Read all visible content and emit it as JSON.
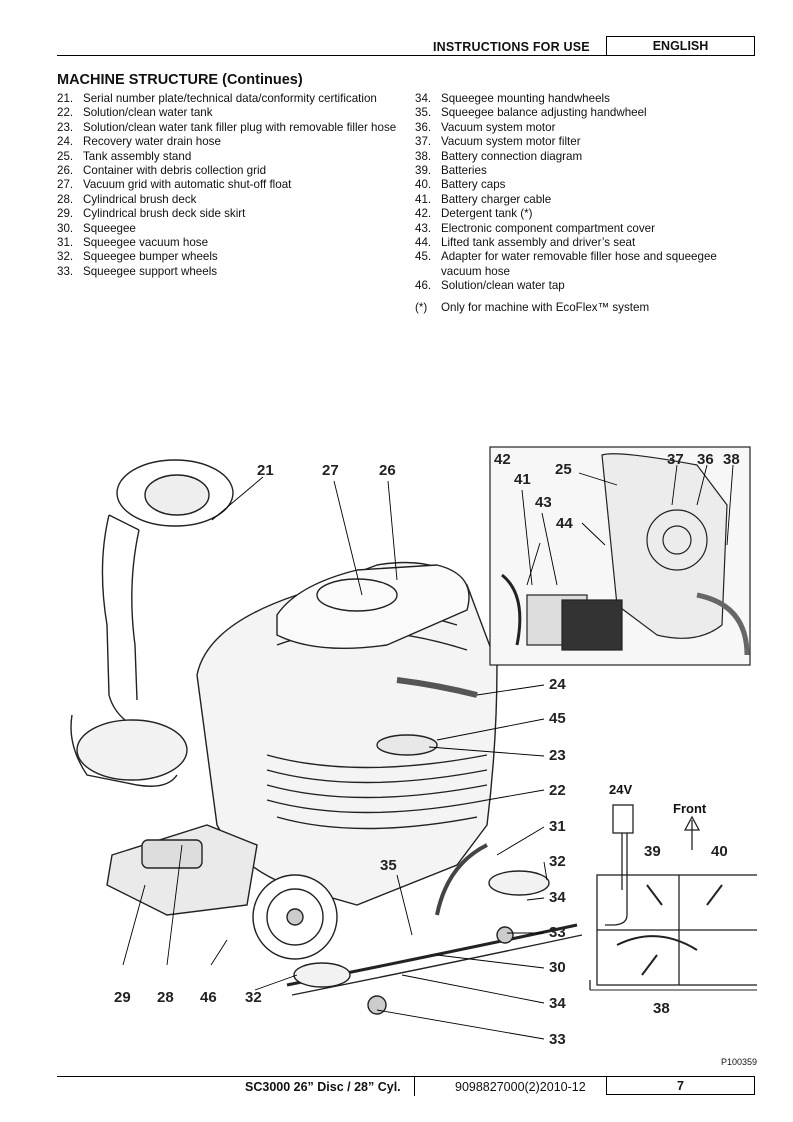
{
  "header": {
    "title": "INSTRUCTIONS FOR USE",
    "language": "ENGLISH"
  },
  "section": {
    "title": "MACHINE STRUCTURE (Continues)",
    "left_items": [
      {
        "num": "21.",
        "text": "Serial number plate/technical data/conformity certification"
      },
      {
        "num": "22.",
        "text": "Solution/clean water tank"
      },
      {
        "num": "23.",
        "text": "Solution/clean water tank filler plug with removable filler hose"
      },
      {
        "num": "24.",
        "text": "Recovery water drain hose"
      },
      {
        "num": "25.",
        "text": "Tank assembly stand"
      },
      {
        "num": "26.",
        "text": "Container with debris collection grid"
      },
      {
        "num": "27.",
        "text": "Vacuum grid with automatic shut-off float"
      },
      {
        "num": "28.",
        "text": "Cylindrical brush deck"
      },
      {
        "num": "29.",
        "text": "Cylindrical brush deck side skirt"
      },
      {
        "num": "30.",
        "text": "Squeegee"
      },
      {
        "num": "31.",
        "text": "Squeegee vacuum hose"
      },
      {
        "num": "32.",
        "text": "Squeegee bumper wheels"
      },
      {
        "num": "33.",
        "text": "Squeegee support wheels"
      }
    ],
    "right_items": [
      {
        "num": "34.",
        "text": "Squeegee mounting handwheels"
      },
      {
        "num": "35.",
        "text": "Squeegee balance adjusting handwheel"
      },
      {
        "num": "36.",
        "text": "Vacuum system motor"
      },
      {
        "num": "37.",
        "text": "Vacuum system motor filter"
      },
      {
        "num": "38.",
        "text": "Battery connection diagram"
      },
      {
        "num": "39.",
        "text": "Batteries"
      },
      {
        "num": "40.",
        "text": "Battery caps"
      },
      {
        "num": "41.",
        "text": "Battery charger cable"
      },
      {
        "num": "42.",
        "text": "Detergent tank (*)"
      },
      {
        "num": "43.",
        "text": "Electronic component compartment cover"
      },
      {
        "num": "44.",
        "text": "Lifted tank assembly and driver’s seat"
      },
      {
        "num": "45.",
        "text": "Adapter for water removable filler hose and squeegee vacuum hose"
      },
      {
        "num": "46.",
        "text": "Solution/clean water tap"
      }
    ],
    "note": {
      "num": "(*)",
      "text": "Only for machine with EcoFlex™ system"
    }
  },
  "figure": {
    "callouts": {
      "c21": "21",
      "c27": "27",
      "c26": "26",
      "c42": "42",
      "c41": "41",
      "c43": "43",
      "c25": "25",
      "c44": "44",
      "c37": "37",
      "c36": "36",
      "c38a": "38",
      "c24": "24",
      "c45": "45",
      "c23": "23",
      "c22": "22",
      "c31": "31",
      "c32r": "32",
      "c34r": "34",
      "c33r": "33",
      "c30": "30",
      "c34b": "34",
      "c33b": "33",
      "c35": "35",
      "c29": "29",
      "c28": "28",
      "c46": "46",
      "c32b": "32",
      "c39": "39",
      "c40": "40",
      "c38b": "38"
    },
    "battery_voltage": "24V",
    "front_label": "Front",
    "code": "P100359"
  },
  "footer": {
    "model": "SC3000 26” Disc / 28” Cyl.",
    "doc_code": "9098827000(2)2010-12",
    "page": "7"
  }
}
